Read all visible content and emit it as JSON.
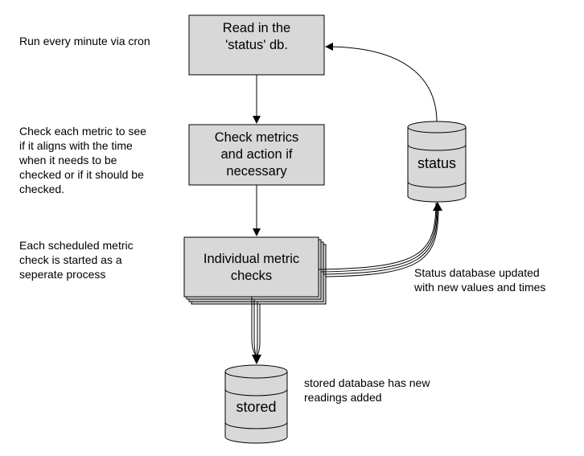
{
  "colors": {
    "box_fill": "#d8d8d8",
    "stroke": "#000000",
    "background": "#ffffff"
  },
  "nodes": {
    "read_status": {
      "label": "Read in the\n'status' db."
    },
    "check_metrics": {
      "label": "Check metrics\nand action if\nnecessary"
    },
    "individual_checks": {
      "label": "Individual metric\nchecks"
    },
    "status_db": {
      "label": "status"
    },
    "stored_db": {
      "label": "stored"
    }
  },
  "notes": {
    "cron": "Run every minute via cron",
    "check_each": "Check each metric to see\nif it aligns with the time\nwhen it needs to be\nchecked or if it should be\nchecked.",
    "scheduled": "Each scheduled metric\ncheck is started as a\nseperate process",
    "status_updated": "Status database updated\nwith new values and times",
    "stored_added": "stored database has new\nreadings added"
  }
}
